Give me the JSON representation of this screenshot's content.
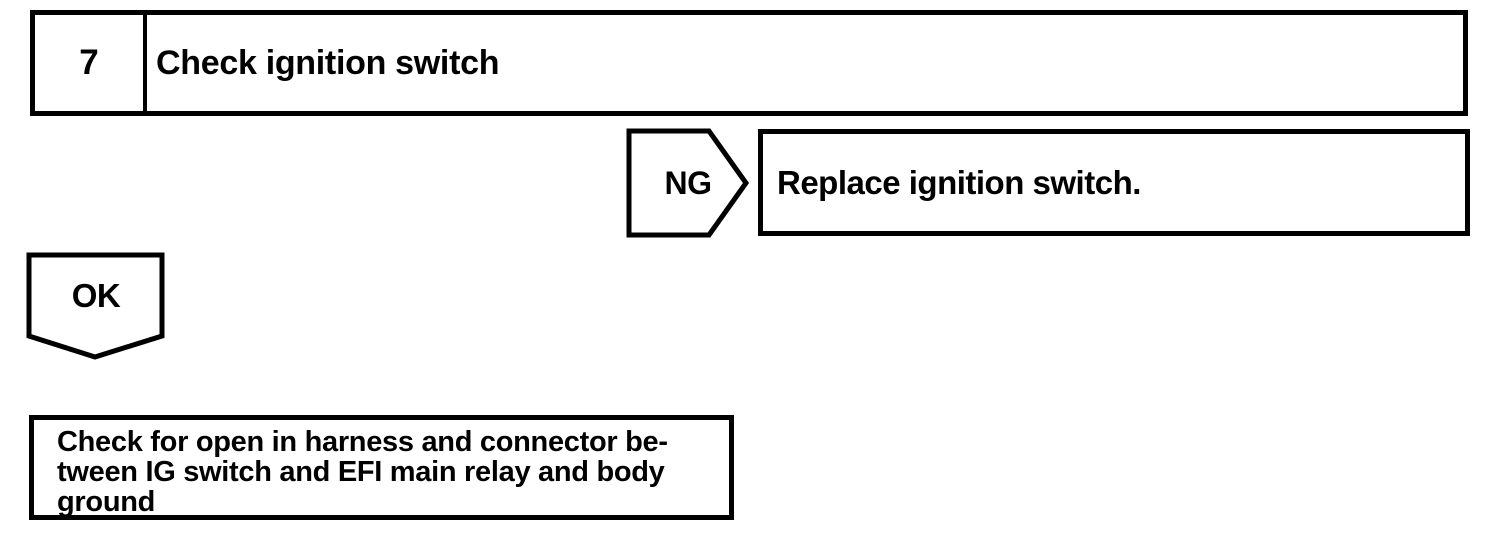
{
  "page": {
    "ink_color": "#000000",
    "paper_color": "#ffffff"
  },
  "flowchart": {
    "step_box": {
      "number": "7",
      "title": "Check ignition switch"
    },
    "ng_branch": {
      "label": "NG",
      "action": "Replace ignition switch."
    },
    "ok_branch": {
      "label": "OK"
    },
    "next_check_box": {
      "lines": [
        "Check for open in harness and connector be-",
        "tween IG switch and EFI main relay and body",
        "ground"
      ]
    }
  }
}
